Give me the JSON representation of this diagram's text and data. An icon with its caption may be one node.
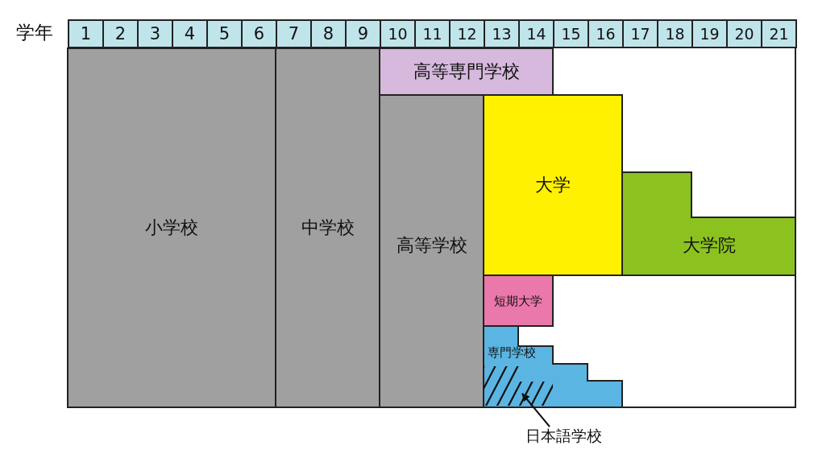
{
  "diagram": {
    "nodes": [
      {
        "text": [
          "小学校"
        ]
      },
      {
        "text": [
          "中学校"
        ]
      },
      {
        "text": [
          "高等専門学校"
        ]
      },
      {
        "text": [
          "高等学校"
        ]
      },
      {
        "text": [
          "大学"
        ]
      },
      {
        "text": [
          "大学院"
        ]
      },
      {
        "text": [
          "短期大学"
        ]
      },
      {
        "text": [
          "専門学校"
        ]
      },
      {
        "text": [],
        "shape": "box",
        "in": 7
      },
      {
        "text": [
          "日本語学校"
        ]
      }
    ],
    "edges": [
      {
        "from": 9,
        "to": 8,
        "arrow": "to"
      }
    ],
    "labels": [
      "学年",
      "1",
      "2",
      "3",
      "4",
      "5",
      "6",
      "7",
      "8",
      "9",
      "10",
      "11",
      "12",
      "13",
      "14",
      "15",
      "16",
      "17",
      "18",
      "19",
      "20",
      "21"
    ]
  }
}
